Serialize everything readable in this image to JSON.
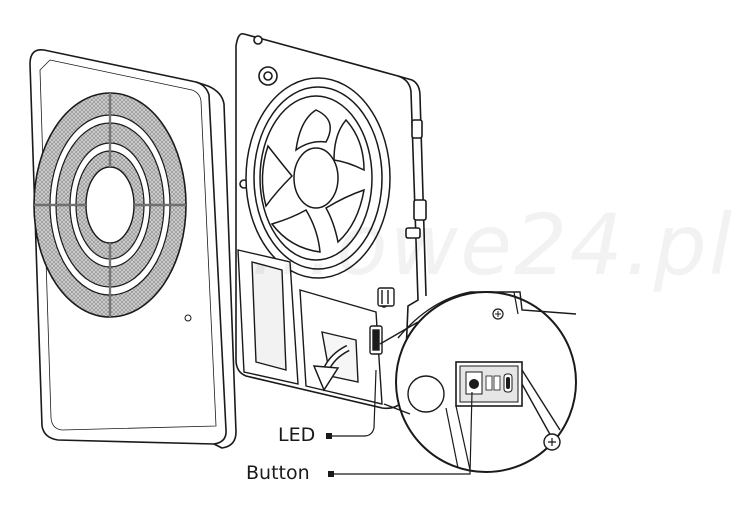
{
  "labels": {
    "led": "LED",
    "button": "Button"
  },
  "watermark": "...owe24.pl",
  "colors": {
    "line": "#1a1a1a",
    "mesh": "#9a9a9a",
    "fill": "#ffffff"
  }
}
